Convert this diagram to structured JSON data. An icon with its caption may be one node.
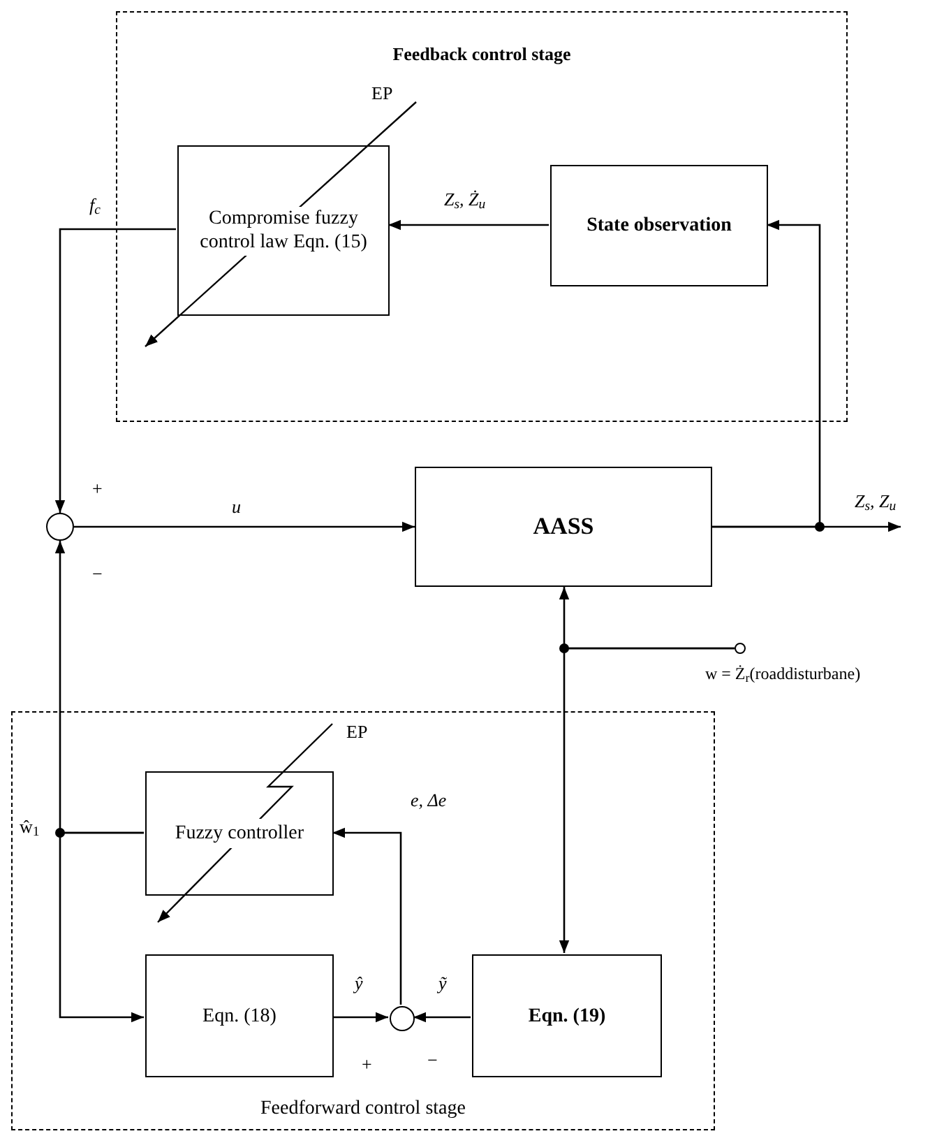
{
  "diagram": {
    "nodes": [
      {
        "text": [
          "Feedback control stage"
        ]
      },
      {
        "text": [
          "Compromise fuzzy control law Eqn. (15)"
        ],
        "in": 0
      },
      {
        "text": [
          "State observation"
        ],
        "in": 0
      },
      {
        "text": [],
        "shape": "circle"
      },
      {
        "text": [
          "AASS"
        ]
      },
      {
        "text": [
          "Feedforward control stage"
        ]
      },
      {
        "text": [
          "Fuzzy controller"
        ],
        "in": 5
      },
      {
        "text": [
          "Eqn. (18)"
        ],
        "in": 5
      },
      {
        "text": [],
        "shape": "circle",
        "in": 5
      },
      {
        "text": [
          "Eqn. (19)"
        ],
        "in": 5
      },
      {
        "text": [],
        "shape": "circle",
        "beside": [
          "w = Ż$_{r}$(roaddisturbane)"
        ]
      }
    ],
    "edges": [
      {
        "from": 1,
        "to": 3,
        "arrow": "to",
        "label": "f$_{c}$"
      },
      {
        "from": 2,
        "to": 1,
        "arrow": "to",
        "label": "Z$_{s}$, Ż$_{u}$"
      },
      {
        "from": 3,
        "to": 4,
        "arrow": "to",
        "label": "u"
      },
      {
        "from": 4,
        "to": null,
        "arrow": "to",
        "label": "Z$_{s}$, Z$_{u}$"
      },
      {
        "from": 4,
        "to": 2,
        "arrow": "to"
      },
      {
        "from": 10,
        "to": 4,
        "arrow": "to"
      },
      {
        "from": 10,
        "to": 9,
        "arrow": "to"
      },
      {
        "from": 6,
        "to": 3,
        "arrow": "to"
      },
      {
        "from": 6,
        "to": 7,
        "arrow": "to"
      },
      {
        "from": 7,
        "to": 8,
        "arrow": "to",
        "label": "ŷ"
      },
      {
        "from": 9,
        "to": 8,
        "arrow": "to",
        "label": "ỹ"
      },
      {
        "from": 8,
        "to": 6,
        "arrow": "to",
        "label": "e, Δe"
      }
    ],
    "labels": [
      "EP",
      "+",
      "−",
      "EP",
      "ŵ$_{1}$",
      "+",
      "−"
    ]
  }
}
